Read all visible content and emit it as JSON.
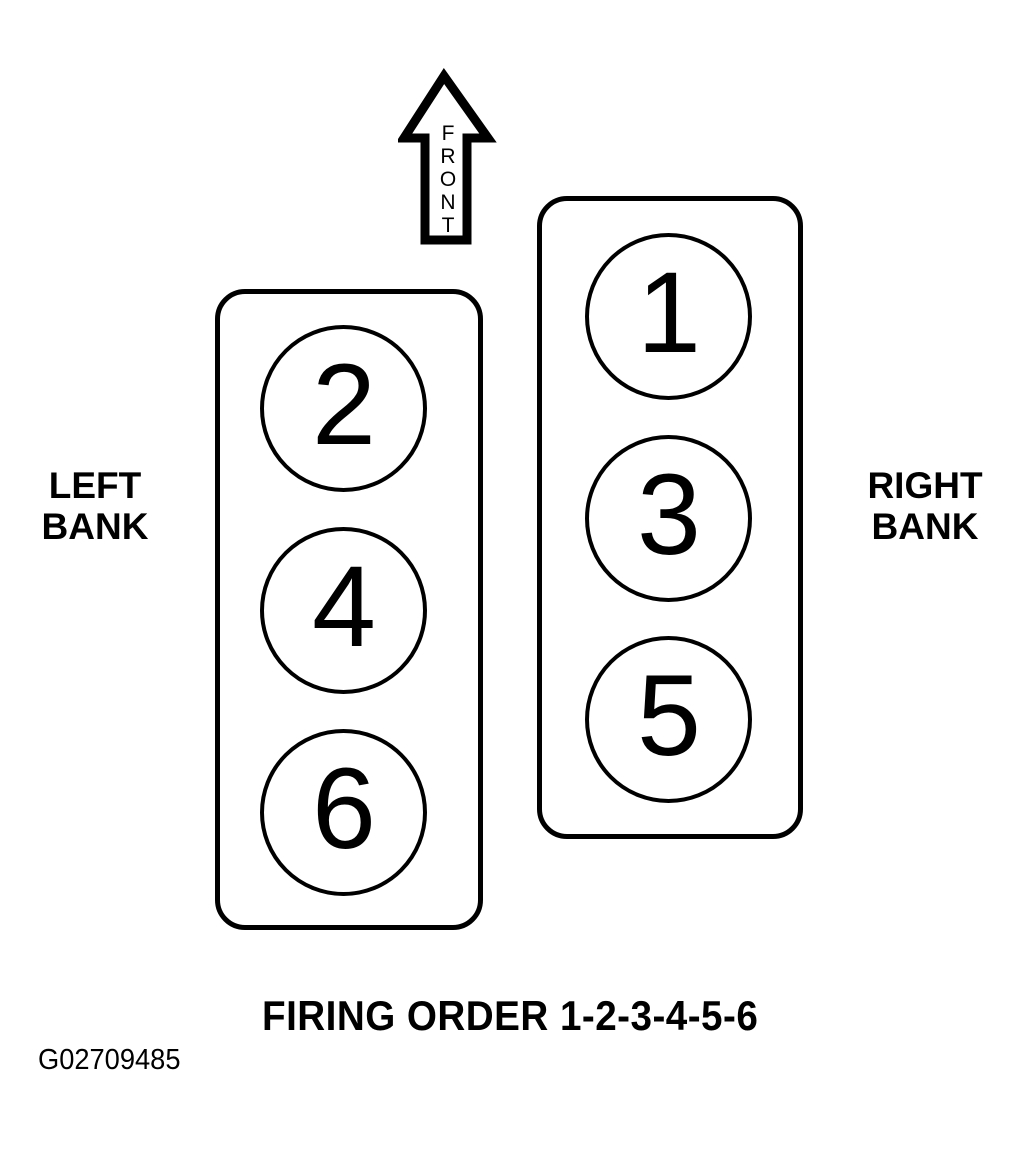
{
  "diagram": {
    "type": "engine-cylinder-firing-order",
    "background_color": "#ffffff",
    "line_color": "#000000",
    "orientation_arrow": {
      "icon": "front-arrow-icon",
      "label": "FRONT",
      "letters": [
        "F",
        "R",
        "O",
        "N",
        "T"
      ],
      "direction": "up"
    },
    "banks": [
      {
        "id": "left",
        "label_line1": "LEFT",
        "label_line2": "BANK",
        "cylinders": [
          {
            "number": "2"
          },
          {
            "number": "4"
          },
          {
            "number": "6"
          }
        ]
      },
      {
        "id": "right",
        "label_line1": "RIGHT",
        "label_line2": "BANK",
        "cylinders": [
          {
            "number": "1"
          },
          {
            "number": "3"
          },
          {
            "number": "5"
          }
        ]
      }
    ],
    "caption": "FIRING ORDER 1-2-3-4-5-6",
    "figure_id": "G02709485"
  }
}
